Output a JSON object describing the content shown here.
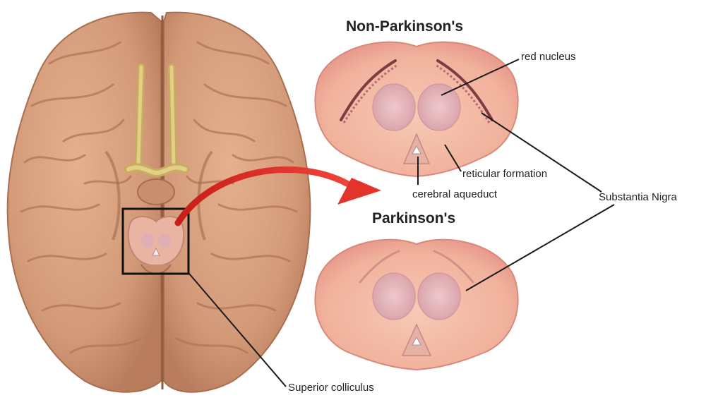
{
  "titles": {
    "top": "Non-Parkinson's",
    "bottom": "Parkinson's"
  },
  "labels": {
    "red_nucleus": "red nucleus",
    "reticular_formation": "reticular formation",
    "cerebral_aqueduct": "cerebral aqueduct",
    "substantia_nigra": "Substantia Nigra",
    "superior_colliculus": "Superior colliculus"
  },
  "colors": {
    "brain": "#d9a07e",
    "brain_dark": "#b57a5a",
    "section_base": "#f3b9a3",
    "section_rim": "#e89a88",
    "nucleus": "#e4b3b8",
    "nigra_dark": "#8a4a52",
    "optic_nerve": "#d8c27a",
    "arrow": "#e02a22",
    "leader": "#1a1a1a"
  }
}
